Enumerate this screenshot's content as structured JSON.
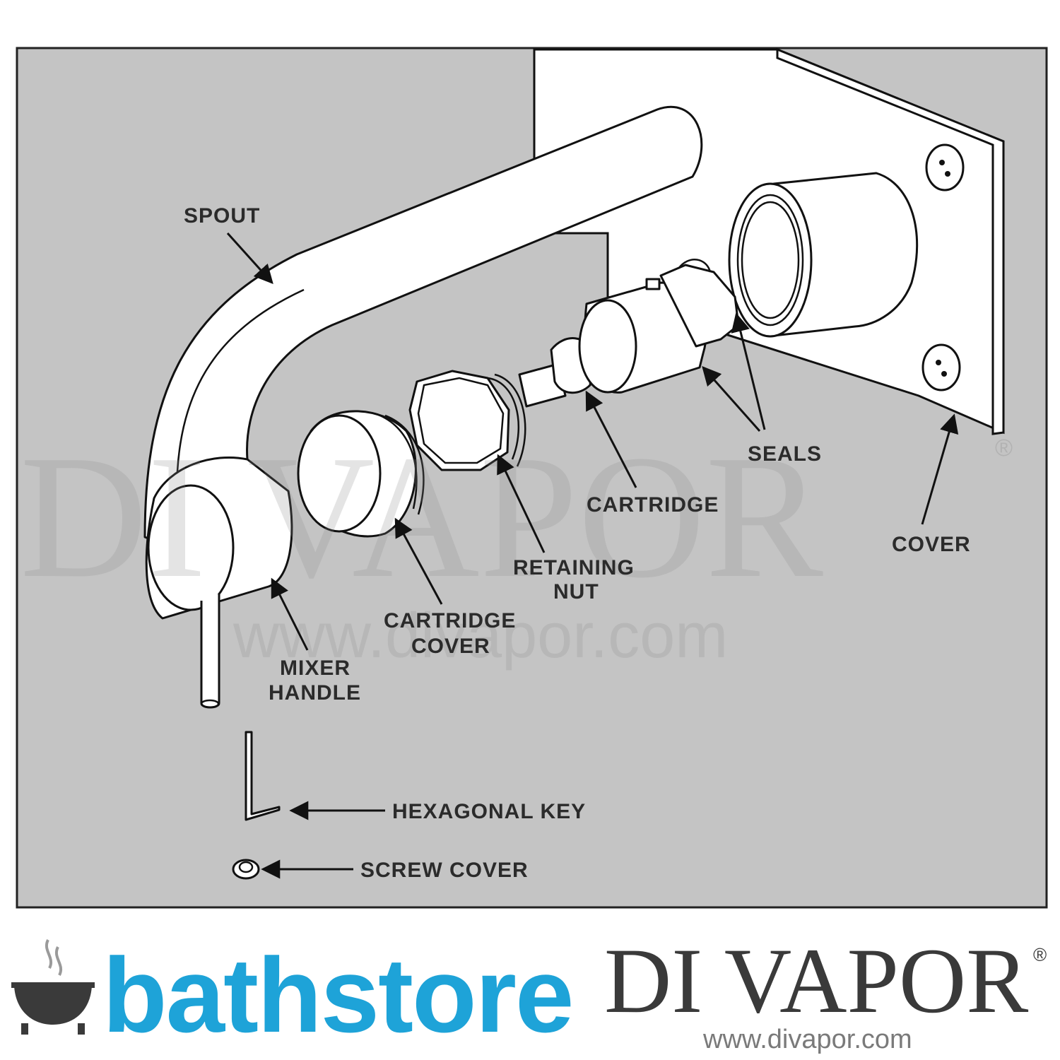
{
  "diagram": {
    "labels": {
      "spout": "SPOUT",
      "seals": "SEALS",
      "cartridge": "CARTRIDGE",
      "cover": "COVER",
      "retaining_nut_line1": "RETAINING",
      "retaining_nut_line2": "NUT",
      "cartridge_cover_line1": "CARTRIDGE",
      "cartridge_cover_line2": "COVER",
      "mixer_handle_line1": "MIXER",
      "mixer_handle_line2": "HANDLE",
      "hexagonal_key": "HEXAGONAL KEY",
      "screw_cover": "SCREW COVER"
    },
    "watermark": {
      "text": "DI VAPOR",
      "registered": "®",
      "url": "www.divapor.com"
    },
    "colors": {
      "panel_bg": "#c4c4c4",
      "line": "#111111"
    }
  },
  "footer": {
    "brand_logo_text": "bathstore",
    "brand_color": "#1ea3d8",
    "divapor_logo_text": "DI VAPOR",
    "divapor_registered": "®",
    "divapor_url": "www.divapor.com"
  }
}
